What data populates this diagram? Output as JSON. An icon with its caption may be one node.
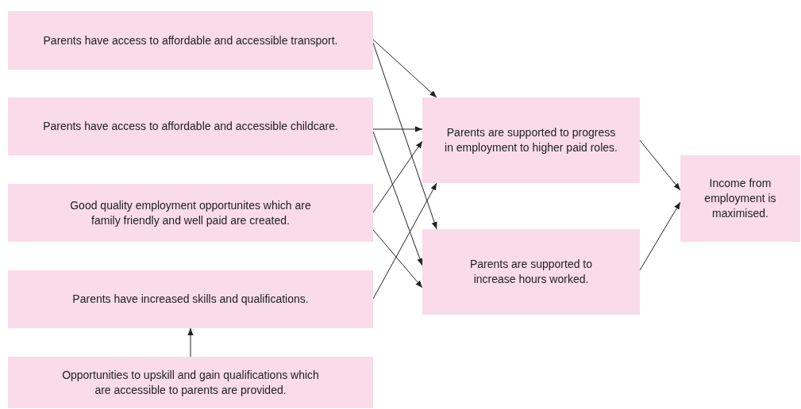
{
  "diagram": {
    "nodes": [
      {
        "text": [
          "Parents have access to affordable and accessible transport."
        ]
      },
      {
        "text": [
          "Parents have access to affordable and accessible childcare."
        ]
      },
      {
        "text": [
          "Good quality employment opportunites which are family friendly and well paid are created."
        ]
      },
      {
        "text": [
          "Parents have increased skills and qualifications."
        ]
      },
      {
        "text": [
          "Opportunities to upskill and gain qualifications which are accessible to parents are provided."
        ]
      },
      {
        "text": [
          "Parents are supported to progress in employment to higher paid roles."
        ]
      },
      {
        "text": [
          "Parents are supported to increase hours worked."
        ]
      },
      {
        "text": [
          "Income from employment is maximised."
        ]
      }
    ],
    "edges": [
      {
        "from": 0,
        "to": 5,
        "arrow": "to"
      },
      {
        "from": 0,
        "to": 6,
        "arrow": "to"
      },
      {
        "from": 1,
        "to": 5,
        "arrow": "to"
      },
      {
        "from": 1,
        "to": 6,
        "arrow": "to"
      },
      {
        "from": 2,
        "to": 5,
        "arrow": "to"
      },
      {
        "from": 2,
        "to": 6,
        "arrow": "to"
      },
      {
        "from": 3,
        "to": 5,
        "arrow": "to"
      },
      {
        "from": 5,
        "to": 7,
        "arrow": "to"
      },
      {
        "from": 6,
        "to": 7,
        "arrow": "to"
      },
      {
        "from": 4,
        "to": 3,
        "arrow": "to"
      }
    ]
  }
}
